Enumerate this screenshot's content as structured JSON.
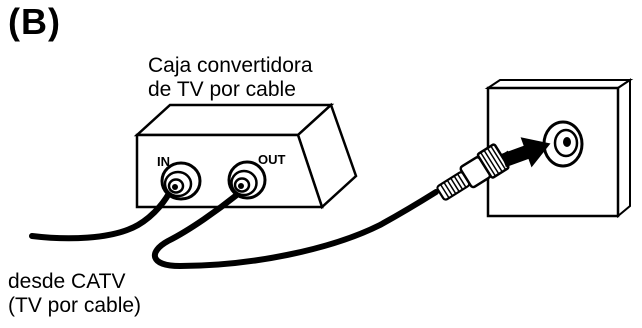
{
  "figure": {
    "label": "(B)"
  },
  "converter_box": {
    "caption_lines": [
      "Caja convertidora",
      "de TV por cable"
    ],
    "port_in": "IN",
    "port_out": "OUT"
  },
  "source": {
    "caption_lines": [
      "desde CATV",
      "(TV por cable)"
    ]
  },
  "icons": [
    "converter-box",
    "wall-plate",
    "coaxial-cable",
    "f-connector",
    "arrow-right"
  ]
}
